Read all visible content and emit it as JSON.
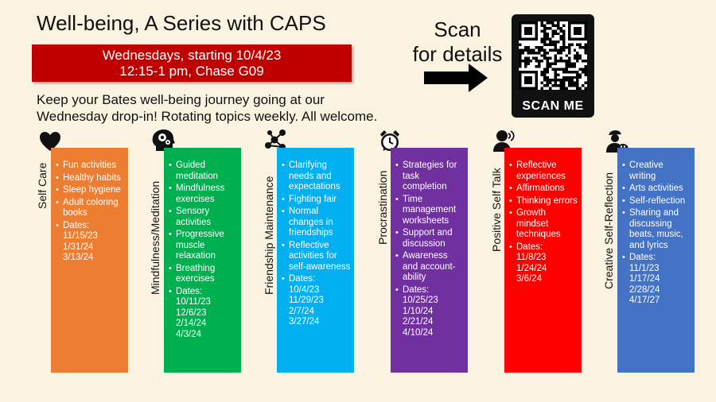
{
  "header": {
    "title": "Well-being, A Series with CAPS",
    "banner_line1": "Wednesdays, starting 10/4/23",
    "banner_line2": "12:15-1 pm, Chase G09",
    "intro_line1": "Keep your Bates well-being journey going at our",
    "intro_line2": "Wednesday drop-in!  Rotating topics weekly.  All welcome."
  },
  "qr": {
    "scan_line1": "Scan",
    "scan_line2": "for details",
    "scan_me_label": "SCAN ME"
  },
  "colors": {
    "background": "#fbf3e2",
    "banner": "#c00000",
    "self_care": "#ed7d31",
    "mindfulness": "#00b050",
    "friendship": "#00b0f0",
    "procrastination": "#7030a0",
    "positive_self_talk": "#ff0000",
    "creative": "#4472c4"
  },
  "topics": [
    {
      "label": "Self Care",
      "icon": "heart-icon",
      "items": [
        "Fun activities",
        "Healthy habits",
        "Sleep hygiene",
        "Adult coloring books"
      ],
      "dates_label": "Dates:",
      "dates": [
        "11/15/23",
        "1/31/24",
        "3/13/24"
      ]
    },
    {
      "label": "Mindfulness/Meditation",
      "icon": "head-gears-icon",
      "items": [
        "Guided meditation",
        "Mindfulness exercises",
        "Sensory activities",
        "Progressive muscle relaxation",
        "Breathing exercises"
      ],
      "dates_label": "Dates:",
      "dates": [
        "10/11/23",
        "12/6/23",
        "2/14/24",
        "4/3/24"
      ]
    },
    {
      "label": "Friendship Maintenance",
      "icon": "network-icon",
      "items": [
        "Clarifying needs and expectations",
        "Fighting fair",
        "Normal changes in friendships",
        "Reflective activities for self-awareness"
      ],
      "dates_label": "Dates:",
      "dates": [
        "10/4/23",
        "11/29/23",
        "2/7/24",
        "3/27/24"
      ]
    },
    {
      "label": "Procrastination",
      "icon": "alarm-clock-icon",
      "items": [
        "Strategies for task completion",
        "Time management worksheets",
        "Support and discussion",
        "Awareness and account-ability"
      ],
      "dates_label": "Dates:",
      "dates": [
        "10/25/23",
        "1/10/24",
        "2/21/24",
        "4/10/24"
      ]
    },
    {
      "label": "Positive Self Talk",
      "icon": "speaking-person-icon",
      "items": [
        "Reflective experiences",
        "Affirmations",
        "Thinking errors",
        "Growth mindset techniques"
      ],
      "dates_label": "Dates:",
      "dates": [
        "11/8/23",
        "1/24/24",
        "3/6/24"
      ]
    },
    {
      "label": "Creative Self-Reflection",
      "icon": "artist-icon",
      "items": [
        "Creative writing",
        "Arts activities",
        "Self-reflection",
        "Sharing and discussing beats, music, and lyrics"
      ],
      "dates_label": "Dates:",
      "dates": [
        "11/1/23",
        "1/17/24",
        "2/28/24",
        "4/17/27"
      ]
    }
  ]
}
